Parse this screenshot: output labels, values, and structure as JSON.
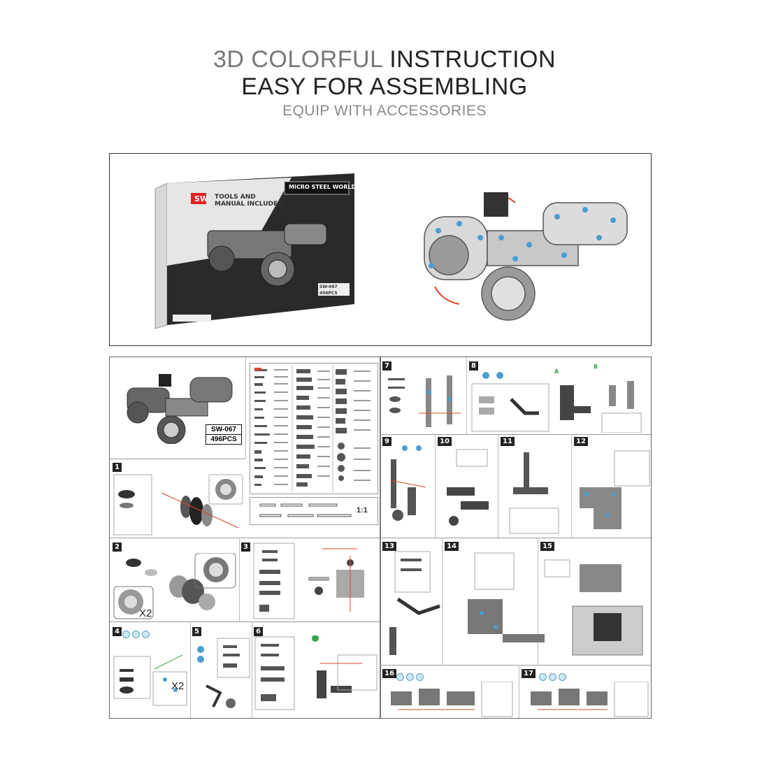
{
  "headline": {
    "line1_light": "3D COLORFUL",
    "line1_dark": "INSTRUCTION",
    "line2": "EASY FOR ASSEMBLING",
    "line3": "EQUIP WITH ACCESSORIES"
  },
  "box": {
    "logo": "SW",
    "tools_text_1": "TOOLS AND",
    "tools_text_2": "MANUAL INCLUDED",
    "brand": "MICRO STEEL WORLD",
    "model_small": "SW-067",
    "pcs_small": "496PCS"
  },
  "manual": {
    "model": "SW-067",
    "pieces": "496PCS",
    "scale_label": "1:1",
    "multiplier_a": "X2",
    "multiplier_b": "X2",
    "step_numbers": [
      "1",
      "2",
      "3",
      "4",
      "5",
      "6",
      "7",
      "8",
      "9",
      "10",
      "11",
      "12",
      "13",
      "14",
      "15",
      "16",
      "17"
    ],
    "callout_labels": [
      "A",
      "B"
    ]
  },
  "colors": {
    "headline_dark": "#222222",
    "headline_light": "#777777",
    "accent_blue": "#5aa0c0",
    "accent_green": "#3aa04a",
    "accent_red": "#d9472b"
  }
}
